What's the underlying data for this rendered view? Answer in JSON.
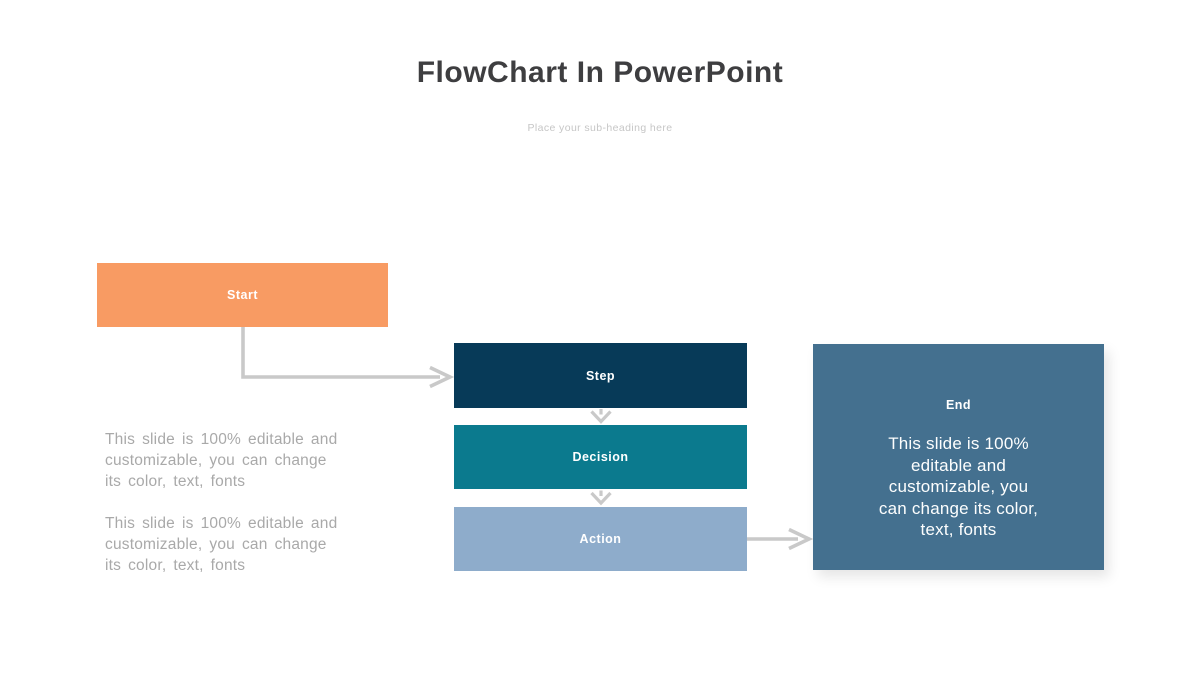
{
  "slide": {
    "title": "FlowChart In PowerPoint",
    "subtitle": "Place your sub-heading here"
  },
  "colors": {
    "title_text": "#3E3E40",
    "subtitle_text": "#C6C6C6",
    "note_text": "#A9A9A9",
    "node_label_text": "#FFFFFF"
  },
  "flowchart": {
    "arrow_color": "#C9C9C9",
    "nodes": [
      {
        "id": "start",
        "label": "Start",
        "color": "#F89B63"
      },
      {
        "id": "step",
        "label": "Step",
        "color": "#073A58"
      },
      {
        "id": "decision",
        "label": "Decision",
        "color": "#0B7A8E"
      },
      {
        "id": "action",
        "label": "Action",
        "color": "#8EACCB"
      },
      {
        "id": "end",
        "label": "End",
        "color": "#44708F",
        "body_text": "This slide is 100% editable and customizable, you can change its color, text, fonts",
        "body_lines": [
          "This slide is 100%",
          "editable and",
          "customizable, you",
          "can change its color,",
          "text, fonts"
        ]
      }
    ],
    "connections": [
      "start->step",
      "step->decision",
      "decision->action",
      "action->end"
    ]
  },
  "notes": [
    {
      "text": "This slide is 100% editable and customizable, you can change its color, text, fonts",
      "lines": [
        "This slide is 100% editable and",
        "customizable, you can change",
        "its color, text, fonts"
      ]
    },
    {
      "text": "This slide is 100% editable and customizable, you can change its color, text, fonts",
      "lines": [
        "This slide is 100% editable and",
        "customizable, you can change",
        "its color, text, fonts"
      ]
    }
  ]
}
